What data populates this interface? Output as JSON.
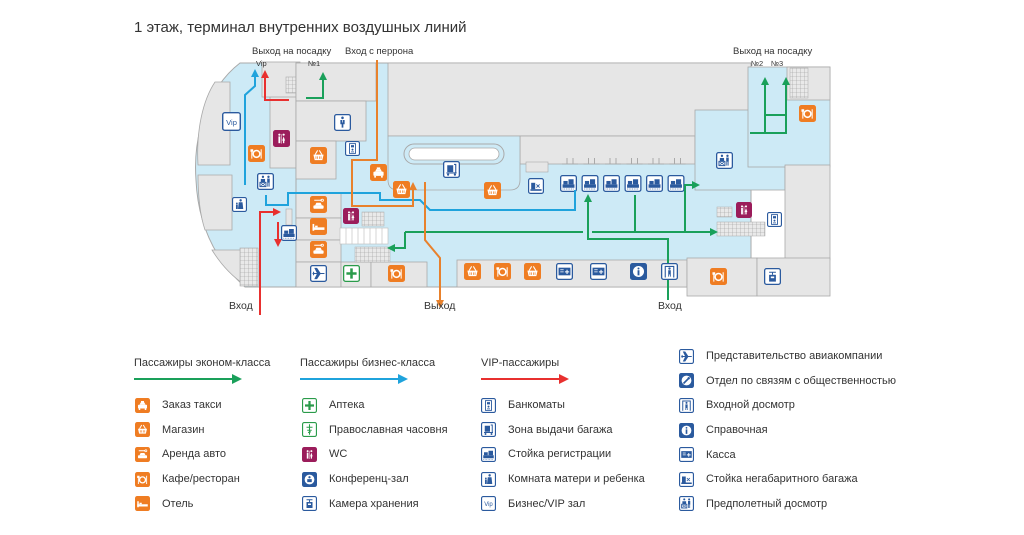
{
  "title": "1 этаж, терминал внутренних воздушных линий",
  "map": {
    "labels": {
      "exit_boarding_left": "Выход на посадку",
      "vip": "Vip",
      "no1": "№1",
      "entry_from_apron": "Вход с перрона",
      "exit_boarding_right": "Выход на посадку",
      "no2": "№2",
      "no3": "№3",
      "entrance_left": "Вход",
      "exit_bottom": "Выход",
      "entrance_right": "Вход"
    },
    "colors": {
      "economy": "#1aa05a",
      "business": "#1fa3dc",
      "vip": "#e8302f",
      "exit": "#e8812c",
      "zone_public": "#cdeaf6",
      "zone_closed": "#e6e6e6",
      "wall": "#a9a9a9",
      "icon_blue": "#2b5a9e",
      "icon_orange": "#ef7d23",
      "icon_wc": "#9b1d5b",
      "icon_green": "#2a9b4a"
    }
  },
  "legend": {
    "routes": [
      {
        "label": "Пассажиры эконом-класса",
        "color": "#1aa05a"
      },
      {
        "label": "Пассажиры бизнес-класса",
        "color": "#1fa3dc"
      },
      {
        "label": "VIP-пассажиры",
        "color": "#e8302f"
      }
    ],
    "columns": [
      [
        {
          "icon": "taxi-icon",
          "label": "Заказ такси"
        },
        {
          "icon": "shop-basket-icon",
          "label": "Магазин"
        },
        {
          "icon": "car-rental-icon",
          "label": "Аренда авто"
        },
        {
          "icon": "cafe-icon",
          "label": "Кафе/ресторан"
        },
        {
          "icon": "hotel-bed-icon",
          "label": "Отель"
        }
      ],
      [
        {
          "icon": "pharmacy-cross-icon",
          "label": "Аптека"
        },
        {
          "icon": "chapel-cross-icon",
          "label": "Православная часовня"
        },
        {
          "icon": "wc-icon",
          "label": "WC"
        },
        {
          "icon": "conference-icon",
          "label": "Конференц-зал"
        },
        {
          "icon": "luggage-storage-icon",
          "label": "Камера хранения"
        }
      ],
      [
        {
          "icon": "atm-icon",
          "label": "Банкоматы"
        },
        {
          "icon": "baggage-claim-icon",
          "label": "Зона выдачи багажа"
        },
        {
          "icon": "check-in-icon",
          "label": "Стойка регистрации"
        },
        {
          "icon": "mother-child-icon",
          "label": "Комната матери и ребенка"
        },
        {
          "icon": "vip-lounge-icon",
          "label": "Бизнес/VIP зал"
        }
      ],
      [
        {
          "icon": "airline-plane-icon",
          "label": "Представительство авиакомпании"
        },
        {
          "icon": "pr-department-icon",
          "label": "Отдел по связям с общественностью"
        },
        {
          "icon": "entry-screening-icon",
          "label": "Входной досмотр"
        },
        {
          "icon": "info-icon",
          "label": "Справочная"
        },
        {
          "icon": "ticket-office-icon",
          "label": "Касса"
        },
        {
          "icon": "oversize-baggage-icon",
          "label": "Стойка негабаритного багажа"
        },
        {
          "icon": "preflight-screening-icon",
          "label": "Предполетный досмотр"
        }
      ]
    ]
  }
}
